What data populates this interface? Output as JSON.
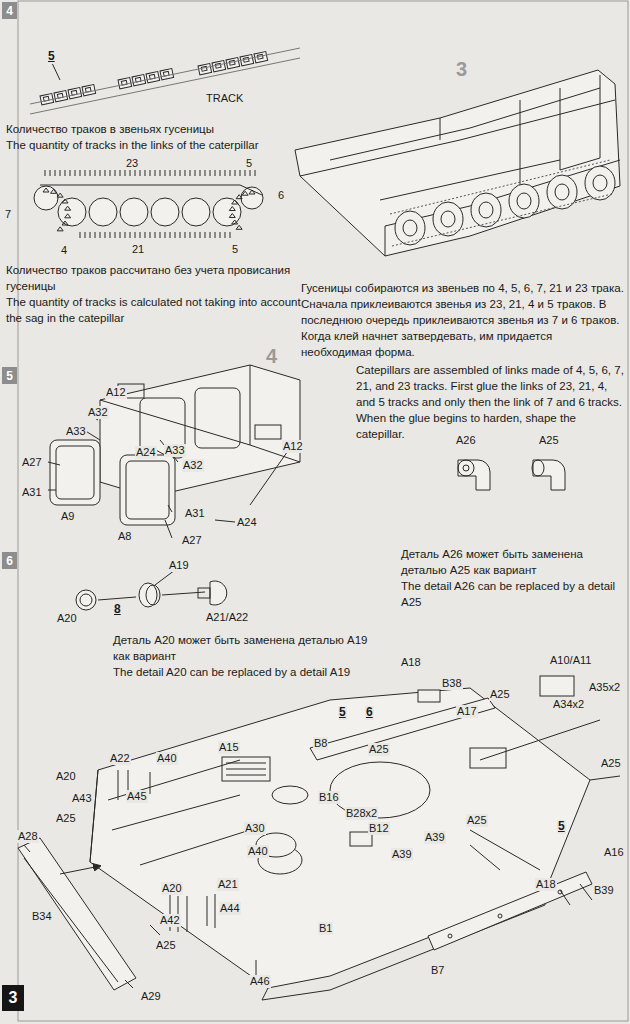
{
  "diagram": {
    "nodes": [
      {
        "text": [
          "4"
        ]
      },
      {
        "text": [
          "5"
        ]
      },
      {
        "text": [
          "6"
        ]
      },
      {
        "text": [
          "3"
        ]
      }
    ],
    "labels": [
      "5",
      "TRACK",
      "Количество траков в звеньях гусеницы",
      "The quantity of tracks in the links of the caterpillar",
      "23",
      "5",
      "6",
      "7",
      "4",
      "21",
      "5",
      "Количество траков рассчитано без учета провисания гусеницы",
      "The quantity of tracks is calculated not taking into account the sag in the catepillar",
      "3",
      "Гусеницы собираются из звеньев по 4, 5, 6, 7, 21 и 23 трака. Сначала приклеиваются звенья из 23, 21, 4 и 5 траков. В последнюю очередь приклеиваются звенья из 7 и 6 траков. Когда клей начнет затвердевать, им придается необходимая форма.",
      "Catepillars are assembled of links made of 4, 5, 6, 7, 21, and 23 tracks. First glue the links of 23, 21, 4, and 5 tracks and only then the link of 7 and 6 tracks. When the glue begins to harden, shape the catepillar.",
      "4",
      "A12",
      "A32",
      "A33",
      "A24",
      "A33",
      "A32",
      "A27",
      "A31",
      "A9",
      "A31",
      "A8",
      "A27",
      "A24",
      "A12",
      "A26",
      "A25",
      "Деталь A26 может быть заменена деталью A25 как вариант",
      "The detail A26 can be replaced by a detail A25",
      "A19",
      "A20",
      "8",
      "A21/A22",
      "Деталь A20 может быть заменена деталью A19 как вариант",
      "The detail A20 can be replaced by a detail A19",
      "A18",
      "A10/A11",
      "B38",
      "A35x2",
      "A34x2",
      "A25",
      "5",
      "6",
      "A17",
      "B8",
      "A25",
      "A15",
      "A40",
      "A22",
      "A20",
      "A43",
      "A45",
      "A25",
      "A28",
      "B16",
      "B28x2",
      "B12",
      "A30",
      "A25",
      "A40",
      "A39",
      "A39",
      "A25",
      "5",
      "A16",
      "A20",
      "A21",
      "A44",
      "A42",
      "A25",
      "B34",
      "A46",
      "B1",
      "B7",
      "A18",
      "B39",
      "A29"
    ]
  }
}
